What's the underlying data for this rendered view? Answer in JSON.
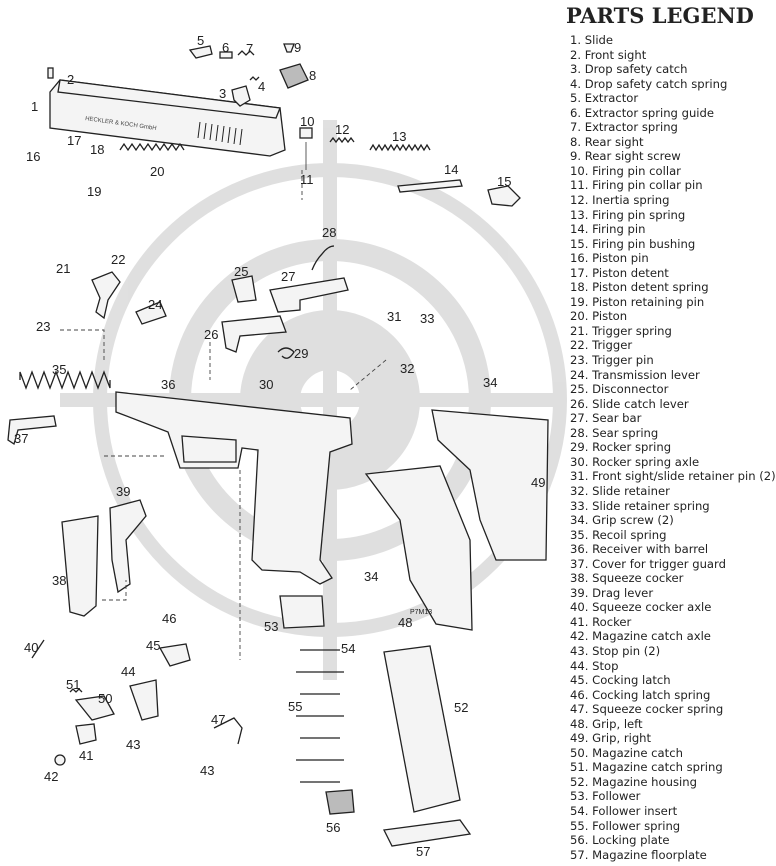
{
  "legend": {
    "title": "PARTS LEGEND",
    "items": [
      "1. Slide",
      "2. Front sight",
      "3. Drop safety catch",
      "4. Drop safety catch spring",
      "5. Extractor",
      "6. Extractor spring guide",
      "7. Extractor spring",
      "8. Rear sight",
      "9. Rear sight screw",
      "10. Firing pin collar",
      "11. Firing pin collar pin",
      "12. Inertia spring",
      "13. Firing pin spring",
      "14. Firing pin",
      "15. Firing pin bushing",
      "16. Piston pin",
      "17. Piston detent",
      "18. Piston detent spring",
      "19. Piston retaining pin",
      "20. Piston",
      "21. Trigger spring",
      "22. Trigger",
      "23. Trigger pin",
      "24. Transmission lever",
      "25. Disconnector",
      "26. Slide catch lever",
      "27. Sear bar",
      "28. Sear spring",
      "29. Rocker spring",
      "30. Rocker spring axle",
      "31. Front sight/slide retainer pin (2)",
      "32. Slide retainer",
      "33. Slide retainer spring",
      "34. Grip screw (2)",
      "35. Recoil spring",
      "36. Receiver with barrel",
      "37. Cover for trigger guard",
      "38. Squeeze cocker",
      "39. Drag lever",
      "40. Squeeze cocker axle",
      "41. Rocker",
      "42. Magazine catch axle",
      "43. Stop pin (2)",
      "44. Stop",
      "45. Cocking latch",
      "46. Cocking latch spring",
      "47. Squeeze cocker spring",
      "48. Grip, left",
      "49. Grip, right",
      "50. Magazine catch",
      "51. Magazine catch spring",
      "52. Magazine housing",
      "53. Follower",
      "54. Follower insert",
      "55. Follower spring",
      "56. Locking plate",
      "57. Magazine floorplate"
    ]
  },
  "diagram": {
    "slide_marking": "HECKLER & KOCH GmbH",
    "grip_marking": "P7M13",
    "callouts": [
      "1",
      "2",
      "3",
      "4",
      "5",
      "6",
      "7",
      "8",
      "9",
      "10",
      "11",
      "12",
      "13",
      "14",
      "15",
      "16",
      "17",
      "18",
      "19",
      "20",
      "21",
      "22",
      "23",
      "24",
      "25",
      "26",
      "27",
      "28",
      "29",
      "30",
      "31",
      "32",
      "33",
      "34",
      "34",
      "35",
      "36",
      "37",
      "38",
      "39",
      "40",
      "41",
      "42",
      "43",
      "43",
      "44",
      "45",
      "46",
      "47",
      "48",
      "49",
      "50",
      "51",
      "52",
      "53",
      "54",
      "55",
      "56",
      "57"
    ]
  }
}
